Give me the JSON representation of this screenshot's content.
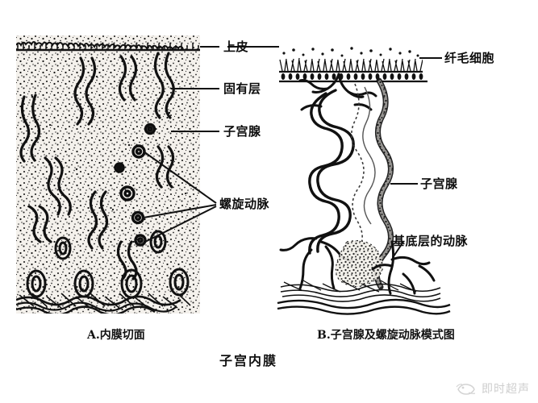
{
  "figure": {
    "title_caption": "子宫内膜",
    "panels": [
      {
        "id": "A",
        "caption": "A.内膜切面"
      },
      {
        "id": "B",
        "caption": "B.子宫腺及螺旋动脉模式图"
      }
    ]
  },
  "labels": {
    "epithelium": "上皮",
    "lamina_propria": "固有层",
    "uterine_gland_left": "子宫腺",
    "spiral_artery": "螺旋动脉",
    "ciliated_cells": "纤毛细胞",
    "uterine_gland_right": "子宫腺",
    "basal_layer_artery": "基底层的动脉"
  },
  "watermark": {
    "text": "即时超声",
    "icon": "bird-logo-icon"
  },
  "colors": {
    "ink": "#111111",
    "tissue_fill": "#f2efe9",
    "watermark": "#c6c6c6",
    "background": "#ffffff"
  }
}
